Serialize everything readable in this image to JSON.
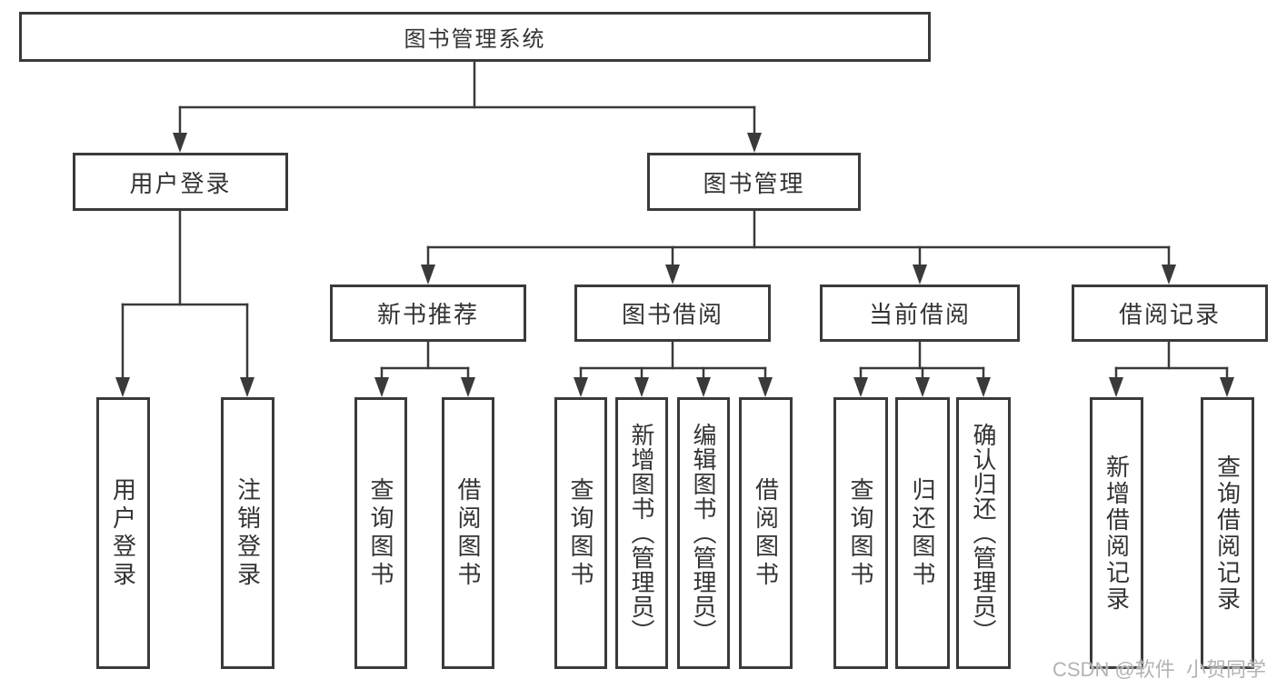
{
  "diagram_title": "图书管理系统",
  "nodes": {
    "root": "图书管理系统",
    "user_login": "用户登录",
    "book_management": "图书管理",
    "new_book_recommend": "新书推荐",
    "book_borrowing": "图书借阅",
    "current_borrowing": "当前借阅",
    "borrowing_records": "借阅记录",
    "leaf_user_login": "用户登录",
    "leaf_logout": "注销登录",
    "nbr_query_books": "查询图书",
    "nbr_borrow_books": "借阅图书",
    "bb_query_books": "查询图书",
    "bb_add_books_admin": "新增图书（管理员）",
    "bb_edit_books_admin": "编辑图书（管理员）",
    "bb_borrow_books": "借阅图书",
    "cb_query_books": "查询图书",
    "cb_return_books": "归还图书",
    "cb_confirm_return_admin": "确认归还（管理员）",
    "br_add_record": "新增借阅记录",
    "br_query_record": "查询借阅记录"
  },
  "hierarchy": {
    "图书管理系统": {
      "用户登录": [
        "用户登录",
        "注销登录"
      ],
      "图书管理": {
        "新书推荐": [
          "查询图书",
          "借阅图书"
        ],
        "图书借阅": [
          "查询图书",
          "新增图书（管理员）",
          "编辑图书（管理员）",
          "借阅图书"
        ],
        "当前借阅": [
          "查询图书",
          "归还图书",
          "确认归还（管理员）"
        ],
        "借阅记录": [
          "新增借阅记录",
          "查询借阅记录"
        ]
      }
    }
  },
  "watermark": "CSDN @软件_小贺同学",
  "colors": {
    "line": "#3a3a3a",
    "text": "#333333",
    "watermark": "#b3b3b3",
    "background": "#ffffff"
  }
}
